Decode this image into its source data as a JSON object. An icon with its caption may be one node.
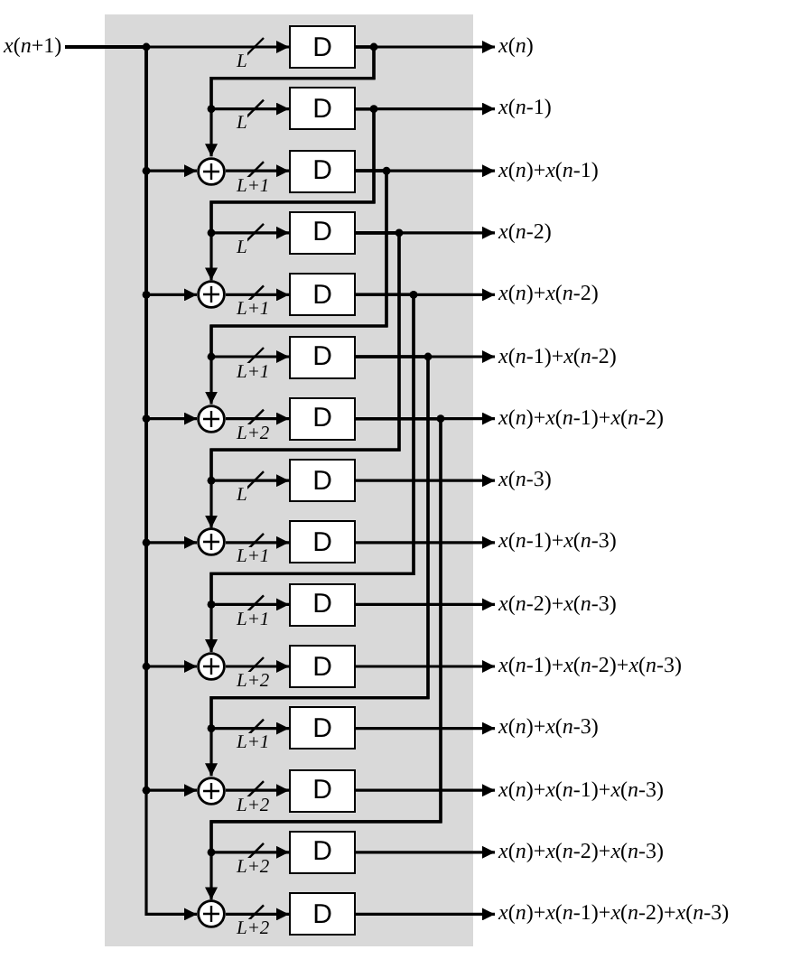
{
  "diagram": {
    "nodes": [
      {
        "text": [
          "*x*(*n*+1)"
        ]
      },
      {
        "text": [
          "D"
        ]
      },
      {
        "text": [
          "*x*(*n*)"
        ]
      },
      {
        "text": [
          "D"
        ]
      },
      {
        "text": [
          "*x*(*n*-1)"
        ]
      },
      {
        "text": [],
        "shape": "circle"
      },
      {
        "text": [
          "D"
        ]
      },
      {
        "text": [
          "*x*(*n*)+*x*(*n*-1)"
        ]
      },
      {
        "text": [
          "D"
        ]
      },
      {
        "text": [
          "*x*(*n*-2)"
        ]
      },
      {
        "text": [],
        "shape": "circle"
      },
      {
        "text": [
          "D"
        ]
      },
      {
        "text": [
          "*x*(*n*)+*x*(*n*-2)"
        ]
      },
      {
        "text": [
          "D"
        ]
      },
      {
        "text": [
          "*x*(*n*-1)+*x*(*n*-2)"
        ]
      },
      {
        "text": [],
        "shape": "circle"
      },
      {
        "text": [
          "D"
        ]
      },
      {
        "text": [
          "*x*(*n*)+*x*(*n*-1)+*x*(*n*-2)"
        ]
      },
      {
        "text": [
          "D"
        ]
      },
      {
        "text": [
          "*x*(*n*-3)"
        ]
      },
      {
        "text": [],
        "shape": "circle"
      },
      {
        "text": [
          "D"
        ]
      },
      {
        "text": [
          "*x*(*n*-1)+*x*(*n*-3)"
        ]
      },
      {
        "text": [
          "D"
        ]
      },
      {
        "text": [
          "*x*(*n*-2)+*x*(*n*-3)"
        ]
      },
      {
        "text": [],
        "shape": "circle"
      },
      {
        "text": [
          "D"
        ]
      },
      {
        "text": [
          "*x*(*n*-1)+*x*(*n*-2)+*x*(*n*-3)"
        ]
      },
      {
        "text": [
          "D"
        ]
      },
      {
        "text": [
          "*x*(*n*)+*x*(*n*-3)"
        ]
      },
      {
        "text": [],
        "shape": "circle"
      },
      {
        "text": [
          "D"
        ]
      },
      {
        "text": [
          "*x*(*n*)+*x*(*n*-1)+*x*(*n*-3)"
        ]
      },
      {
        "text": [
          "D"
        ]
      },
      {
        "text": [
          "*x*(*n*)+*x*(*n*-2)+*x*(*n*-3)"
        ]
      },
      {
        "text": [],
        "shape": "circle"
      },
      {
        "text": [
          "D"
        ]
      },
      {
        "text": [
          "*x*(*n*)+*x*(*n*-1)+*x*(*n*-2)+*x*(*n*-3)"
        ]
      }
    ],
    "edges": [
      {
        "from": 0,
        "to": 1,
        "arrow": "to",
        "label": "L"
      },
      {
        "from": 0,
        "to": 5,
        "arrow": "to"
      },
      {
        "from": 0,
        "to": 10,
        "arrow": "to"
      },
      {
        "from": 0,
        "to": 15,
        "arrow": "to"
      },
      {
        "from": 0,
        "to": 20,
        "arrow": "to"
      },
      {
        "from": 0,
        "to": 25,
        "arrow": "to"
      },
      {
        "from": 0,
        "to": 30,
        "arrow": "to"
      },
      {
        "from": 0,
        "to": 35,
        "arrow": "to"
      },
      {
        "from": 5,
        "to": 6,
        "arrow": "to",
        "label": "L+1"
      },
      {
        "from": 10,
        "to": 11,
        "arrow": "to",
        "label": "L+1"
      },
      {
        "from": 15,
        "to": 16,
        "arrow": "to",
        "label": "L+2"
      },
      {
        "from": 20,
        "to": 21,
        "arrow": "to",
        "label": "L+1"
      },
      {
        "from": 25,
        "to": 26,
        "arrow": "to",
        "label": "L+2"
      },
      {
        "from": 30,
        "to": 31,
        "arrow": "to",
        "label": "L+2"
      },
      {
        "from": 35,
        "to": 36,
        "arrow": "to",
        "label": "L+2"
      },
      {
        "from": 1,
        "to": 2,
        "arrow": "to"
      },
      {
        "from": 3,
        "to": 4,
        "arrow": "to"
      },
      {
        "from": 6,
        "to": 7,
        "arrow": "to"
      },
      {
        "from": 8,
        "to": 9,
        "arrow": "to"
      },
      {
        "from": 11,
        "to": 12,
        "arrow": "to"
      },
      {
        "from": 13,
        "to": 14,
        "arrow": "to"
      },
      {
        "from": 16,
        "to": 17,
        "arrow": "to"
      },
      {
        "from": 18,
        "to": 19,
        "arrow": "to"
      },
      {
        "from": 21,
        "to": 22,
        "arrow": "to"
      },
      {
        "from": 23,
        "to": 24,
        "arrow": "to"
      },
      {
        "from": 26,
        "to": 27,
        "arrow": "to"
      },
      {
        "from": 28,
        "to": 29,
        "arrow": "to"
      },
      {
        "from": 31,
        "to": 32,
        "arrow": "to"
      },
      {
        "from": 33,
        "to": 34,
        "arrow": "to"
      },
      {
        "from": 36,
        "to": 37,
        "arrow": "to"
      },
      {
        "from": 1,
        "to": 3,
        "arrow": "to",
        "label": "L"
      },
      {
        "from": 1,
        "to": 5,
        "arrow": "to"
      },
      {
        "from": 3,
        "to": 8,
        "arrow": "to",
        "label": "L"
      },
      {
        "from": 3,
        "to": 10,
        "arrow": "to"
      },
      {
        "from": 6,
        "to": 13,
        "arrow": "to",
        "label": "L+1"
      },
      {
        "from": 6,
        "to": 15,
        "arrow": "to"
      },
      {
        "from": 8,
        "to": 18,
        "arrow": "to",
        "label": "L"
      },
      {
        "from": 8,
        "to": 20,
        "arrow": "to"
      },
      {
        "from": 11,
        "to": 23,
        "arrow": "to",
        "label": "L+1"
      },
      {
        "from": 11,
        "to": 25,
        "arrow": "to"
      },
      {
        "from": 13,
        "to": 28,
        "arrow": "to",
        "label": "L+1"
      },
      {
        "from": 13,
        "to": 30,
        "arrow": "to"
      },
      {
        "from": 16,
        "to": 33,
        "arrow": "to",
        "label": "L+2"
      },
      {
        "from": 16,
        "to": 35,
        "arrow": "to"
      }
    ]
  }
}
